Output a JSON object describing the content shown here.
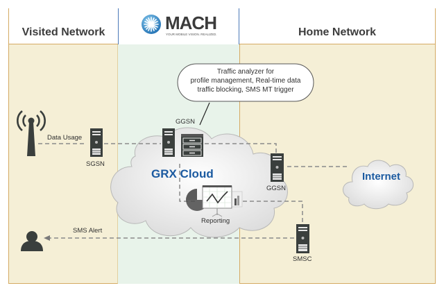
{
  "header": {
    "visited_network": "Visited Network",
    "home_network": "Home Network",
    "logo": {
      "name": "MACH",
      "tagline": "YOUR MOBILE VISION. REALIZED."
    }
  },
  "callout": {
    "line1": "Traffic analyzer for",
    "line2": "profile management, Real-time data",
    "line3": "traffic blocking, SMS MT trigger"
  },
  "nodes": {
    "sgsn": "SGSN",
    "ggsn_grx": "GGSN",
    "ggsn_home": "GGSN",
    "smsc": "SMSC",
    "reporting": "Reporting",
    "grx_cloud": "GRX Cloud",
    "internet": "Internet"
  },
  "links": {
    "data_usage": "Data Usage",
    "sms_alert": "SMS Alert"
  },
  "colors": {
    "visited_bg": "#f5efd6",
    "grx_bg": "#e8f3ea",
    "border_gold": "#d4aa63",
    "border_blue": "#4a78b8",
    "cloud_text": "#1b5aa0",
    "device_dark": "#3a3f3d"
  }
}
